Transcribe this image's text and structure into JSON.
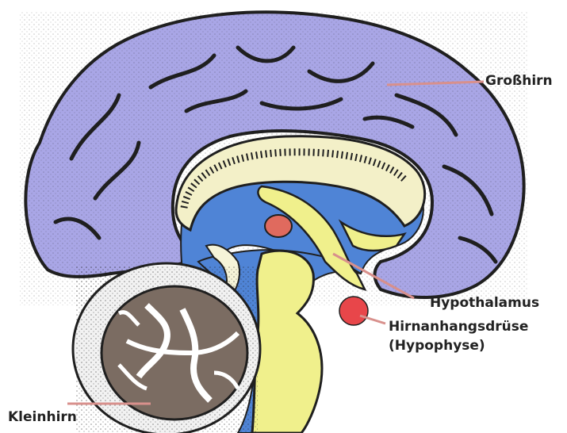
{
  "labels": {
    "grosshirn": "Großhirn",
    "hypothalamus": "Hypothalamus",
    "hirnanhang": "Hirnanhangsdrüse",
    "hypophyse": "(Hypophyse)",
    "kleinhirn": "Kleinhirn"
  },
  "colors": {
    "cerebrum": "#a9a6e6",
    "ventricle": "#4f84d6",
    "yellow": "#f0f08c",
    "cerebellum_gray": "#7b6c62",
    "red": "#e8464a",
    "leader": "#d8908c",
    "outline": "#1f1f1f"
  }
}
